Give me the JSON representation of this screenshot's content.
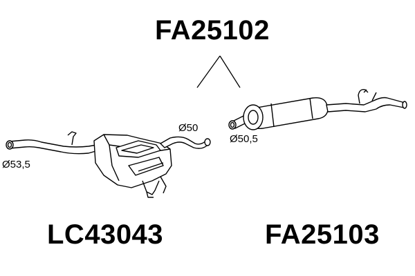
{
  "assembly": {
    "code": "FA25102"
  },
  "parts": {
    "left": {
      "code": "LC43043",
      "diameter_inlet": "Ø53,5",
      "diameter_outlet": "Ø50"
    },
    "right": {
      "code": "FA25103",
      "diameter_inlet": "Ø50,5"
    }
  },
  "colors": {
    "line": "#000000",
    "background": "#ffffff"
  }
}
